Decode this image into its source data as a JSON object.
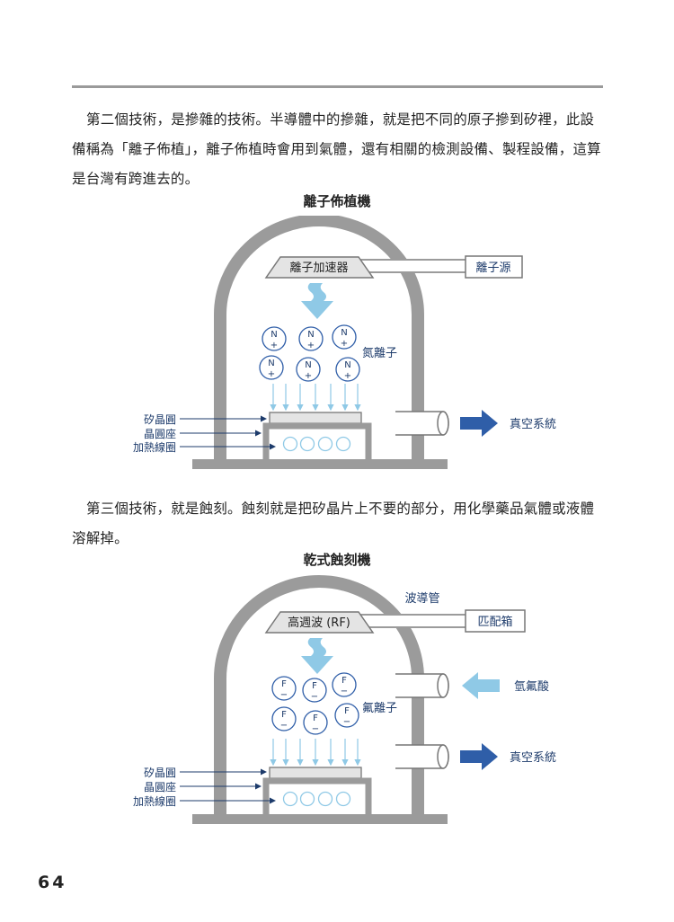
{
  "document": {
    "paragraph_1": "第二個技術，是摻雜的技術。半導體中的摻雜，就是把不同的原子摻到矽裡，此設備稱為「離子佈植」，離子佈植時會用到氣體，還有相關的檢測設備、製程設備，這算是台灣有跨進去的。",
    "paragraph_2": "第三個技術，就是蝕刻。蝕刻就是把矽晶片上不要的部分，用化學藥品氣體或液體溶解掉。",
    "page_number": "64"
  },
  "diagram_1": {
    "title": "離子佈植機",
    "accelerator": "離子加速器",
    "source": "離子源",
    "ion_label": "氮離子",
    "ion_symbol": "N",
    "ion_charge": "+",
    "wafer": "矽晶圓",
    "holder": "晶圓座",
    "heater": "加熱線圈",
    "vacuum": "真空系統"
  },
  "diagram_2": {
    "title": "乾式蝕刻機",
    "waveguide": "波導管",
    "rf": "高週波 (RF)",
    "matching_box": "匹配箱",
    "ion_label": "氟離子",
    "ion_symbol": "F",
    "ion_charge": "−",
    "gas_in": "氫氟酸",
    "wafer": "矽晶圓",
    "holder": "晶圓座",
    "heater": "加熱線圈",
    "vacuum": "真空系統"
  },
  "colors": {
    "chamber_gray": "#9b9b9b",
    "arrow_blue": "#2f5ea8",
    "beam_light_blue": "#8fc9e6",
    "label_navy": "#1d3b6b",
    "ion_circle": "#2f5ea8"
  }
}
